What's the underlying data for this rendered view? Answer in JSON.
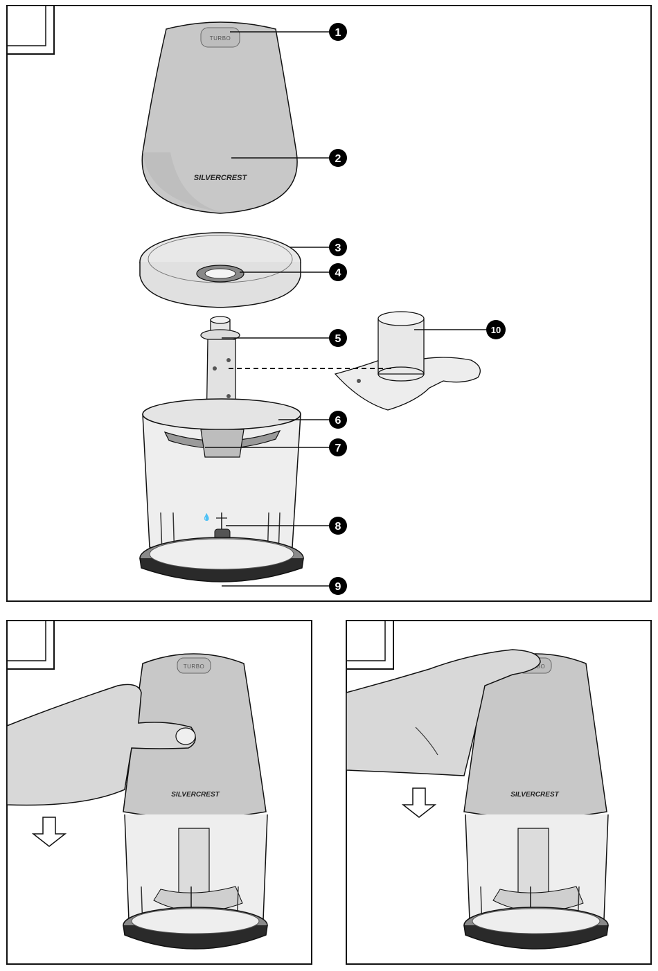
{
  "brand": "SilverCrest",
  "brand_mark": "SILVERCREST",
  "button_label": "TURBO",
  "callouts": [
    {
      "num": "1"
    },
    {
      "num": "2"
    },
    {
      "num": "3"
    },
    {
      "num": "4"
    },
    {
      "num": "5"
    },
    {
      "num": "6"
    },
    {
      "num": "7"
    },
    {
      "num": "8"
    },
    {
      "num": "9"
    },
    {
      "num": "10"
    }
  ],
  "colors": {
    "outline": "#111111",
    "housing": "#c8c8c8",
    "housing_shade": "#b4b4b4",
    "bowl": "#e4e4e4",
    "base_ring": "#8a8a8a",
    "base_dark": "#2a2a2a",
    "callout_fill": "#000000"
  }
}
